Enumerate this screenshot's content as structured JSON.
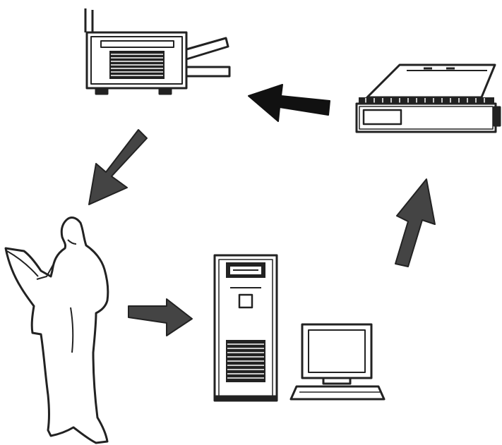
{
  "diagram": {
    "nodes": [
      {
        "id": "copier",
        "icon": "copier-icon"
      },
      {
        "id": "printer",
        "icon": "dot-matrix-printer-icon"
      },
      {
        "id": "person",
        "icon": "person-reading-document-icon"
      },
      {
        "id": "computer-tower",
        "icon": "computer-tower-icon"
      },
      {
        "id": "monitor",
        "icon": "monitor-icon"
      }
    ],
    "flow": [
      {
        "from": "printer",
        "to": "copier"
      },
      {
        "from": "copier",
        "to": "person"
      },
      {
        "from": "person",
        "to": "computer-tower"
      },
      {
        "from": "computer-tower",
        "to": "printer"
      }
    ],
    "colors": {
      "background": "#ffffff",
      "ink": "#222222",
      "arrow_dark": "#111111",
      "arrow_gray": "#444444"
    }
  }
}
